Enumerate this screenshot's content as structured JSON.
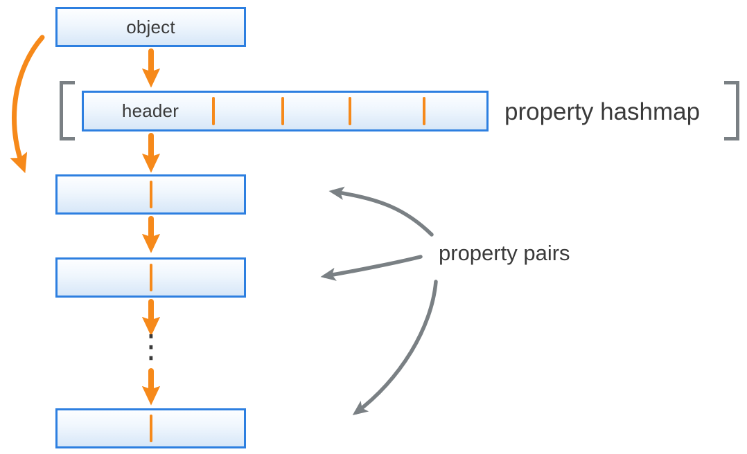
{
  "diagram": {
    "object_box": {
      "label": "object"
    },
    "hashmap": {
      "header_label": "header",
      "caption": "property hashmap"
    },
    "pairs": {
      "caption": "property pairs"
    },
    "continuation_dots": "⋮",
    "colors": {
      "box_border_blue": "#2d7fe0",
      "box_fill_top": "#fdfeff",
      "box_fill_bottom": "#d7e7f8",
      "arrow_orange": "#f6891a",
      "arrow_gray": "#7a8084",
      "text": "#3a3a3a"
    }
  }
}
